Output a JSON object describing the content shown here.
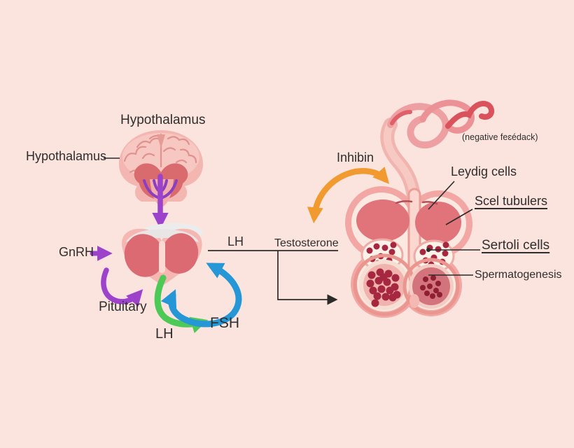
{
  "scene": {
    "background_color": "#fbe4dd",
    "text_color": "#2e2e2e",
    "description": "Hormonal regulation diagram of the hypothalamic-pituitary-testis axis"
  },
  "labels": {
    "title": "Hypothalamus",
    "hypothalamus_side": "Hypothalamus",
    "gnrh": "GnRH",
    "pituitary": "Pituitary",
    "lh_bottom": "LH",
    "fsh": "FSH",
    "lh_top": "LH",
    "testosterone": "Testosterone",
    "inhibin": "Inhibin",
    "negative_feedback": "(negative feɛédack)",
    "leydig_cells": "Leydig cells",
    "seminiferous_tubules": "Scel tubulers",
    "sertoli_cells": "Sertoli cells",
    "spermatogenesis": "Spermatogenesis"
  },
  "arrows": {
    "hypothalamus_to_pituitary": {
      "color": "#9d43cb",
      "shape": "straight-down"
    },
    "gnrh_input": {
      "color": "#9d43cb",
      "shape": "straight-right"
    },
    "pituitary_loop": {
      "color": "#9d43cb",
      "shape": "curved"
    },
    "lh_loop": {
      "color": "#4cc957",
      "shape": "curved"
    },
    "fsh_loop": {
      "color": "#2597d6",
      "shape": "curved-double-head"
    },
    "inhibin_feedback": {
      "color": "#f09a30",
      "shape": "curved-double-head"
    },
    "testosterone_to_testis": {
      "color": "#2b2b2b",
      "shape": "elbow-right"
    }
  },
  "illustrations": [
    "hypothalamus-brain",
    "pituitary-gland",
    "epididymis-tube",
    "testis-cross-section"
  ],
  "palette": {
    "organ_pink": "#f4b6b1",
    "organ_dark_rose": "#dc6a72",
    "testis_ring": "#f2a7a4",
    "testis_cream": "#fbe8e0",
    "cell_dot_red": "#a62840"
  }
}
